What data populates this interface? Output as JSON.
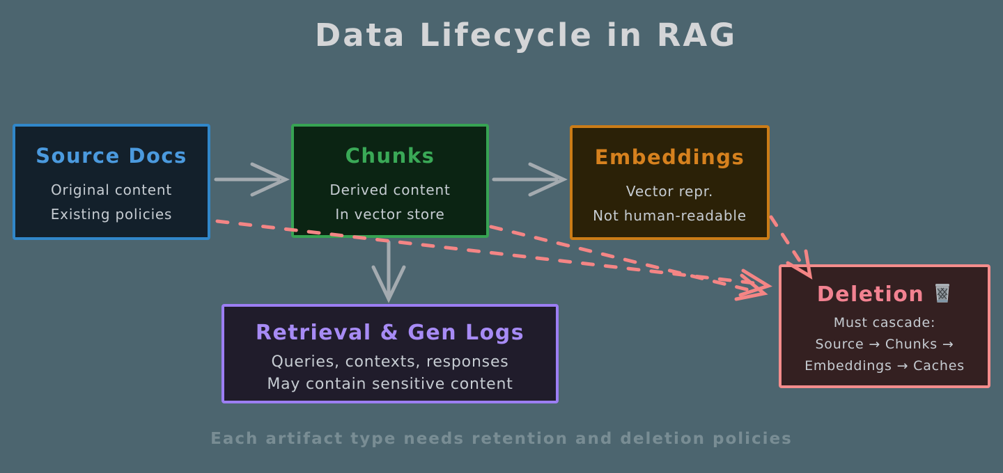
{
  "page": {
    "background_color": "#4c656f",
    "title": "Data Lifecycle in RAG",
    "title_color": "#d4d5d7",
    "caption": "Each artifact type needs retention and deletion policies"
  },
  "nodes": {
    "source_docs": {
      "title": "Source Docs",
      "lines": [
        "Original content",
        "Existing policies"
      ],
      "border_color": "#3187c9",
      "bg_color": "#13202b",
      "title_color": "#4b9ade"
    },
    "chunks": {
      "title": "Chunks",
      "lines": [
        "Derived content",
        "In vector store"
      ],
      "border_color": "#37a353",
      "bg_color": "#0b2413",
      "title_color": "#3aa957"
    },
    "embeddings": {
      "title": "Embeddings",
      "lines": [
        "Vector repr.",
        "Not human-readable"
      ],
      "border_color": "#cb7c17",
      "bg_color": "#2b2107",
      "title_color": "#d6811e"
    },
    "retrieval_gen_logs": {
      "title": "Retrieval & Gen Logs",
      "lines": [
        "Queries, contexts, responses",
        "May contain sensitive content"
      ],
      "border_color": "#9c7ef3",
      "bg_color": "#201c2b",
      "title_color": "#a78bf5"
    },
    "deletion": {
      "title": "Deletion",
      "icon": "trash-icon",
      "lines": [
        "Must cascade:",
        "Source → Chunks →",
        "Embeddings → Caches"
      ],
      "border_color": "#f48c8c",
      "bg_color": "#342021",
      "title_color": "#f28291"
    }
  },
  "edges": {
    "solid_color": "#a4abb0",
    "dashed_color": "#f48585",
    "body_text_color": "#c6ccd2",
    "connections": [
      {
        "from": "source_docs",
        "to": "chunks",
        "style": "solid"
      },
      {
        "from": "chunks",
        "to": "embeddings",
        "style": "solid"
      },
      {
        "from": "chunks",
        "to": "retrieval_gen_logs",
        "style": "solid"
      },
      {
        "from": "source_docs",
        "to": "deletion",
        "style": "dashed"
      },
      {
        "from": "chunks",
        "to": "deletion",
        "style": "dashed"
      },
      {
        "from": "embeddings",
        "to": "deletion",
        "style": "dashed"
      }
    ]
  }
}
